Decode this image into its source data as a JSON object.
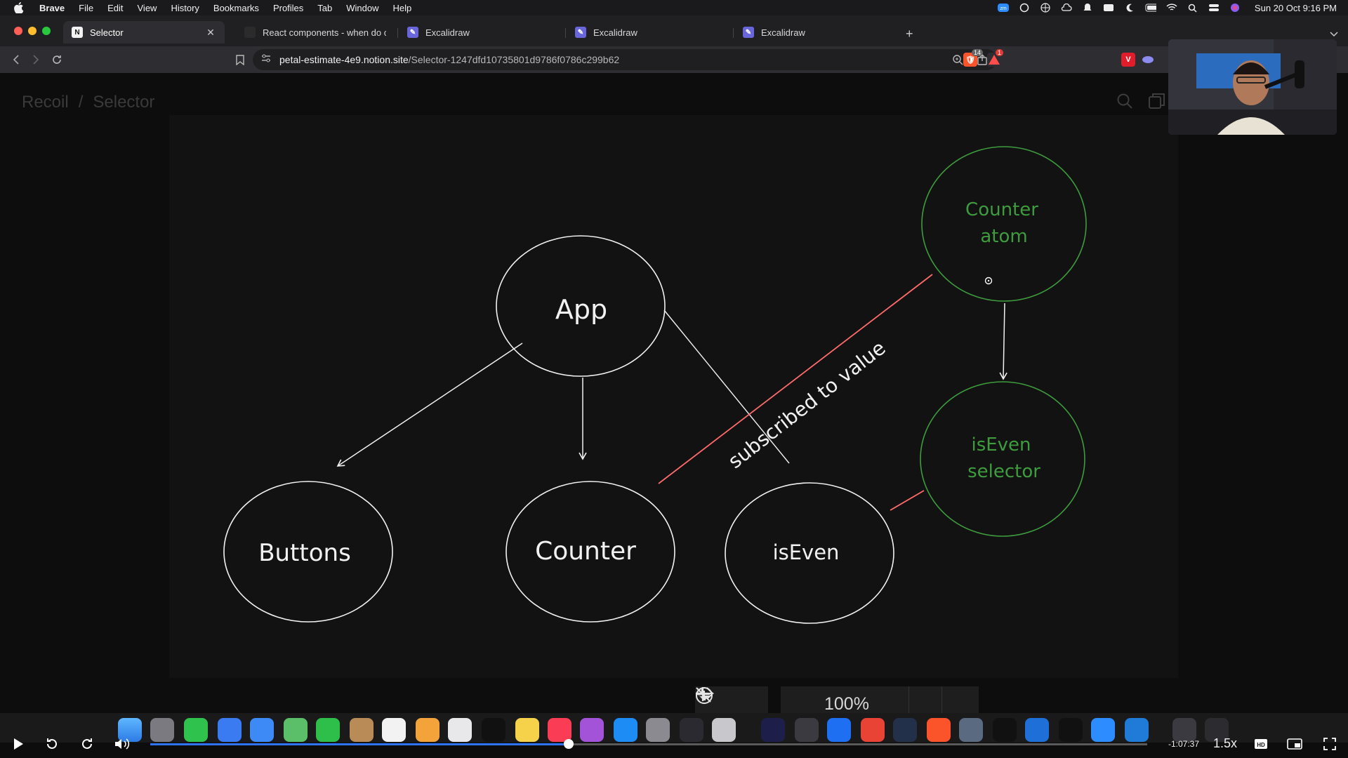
{
  "menubar": {
    "app": "Brave",
    "items": [
      "File",
      "Edit",
      "View",
      "History",
      "Bookmarks",
      "Profiles",
      "Tab",
      "Window",
      "Help"
    ],
    "clock": "Sun 20 Oct  9:16 PM"
  },
  "tabs": [
    {
      "label": "Selector",
      "active": true
    },
    {
      "label": "React components - when do chil",
      "active": false
    },
    {
      "label": "Excalidraw",
      "active": false
    },
    {
      "label": "Excalidraw",
      "active": false
    },
    {
      "label": "Excalidraw",
      "active": false
    }
  ],
  "address": {
    "host": "petal-estimate-4e9.notion.site",
    "path": "/Selector-1247dfd10735801d9786f0786c299b62"
  },
  "extensions": {
    "shield_badge": "14",
    "rewards_badge": "1"
  },
  "breadcrumb": {
    "parent": "Recoil",
    "separator": "/",
    "current": "Selector"
  },
  "diagram": {
    "nodes": {
      "app": "App",
      "buttons": "Buttons",
      "counter": "Counter",
      "iseven": "isEven",
      "counter_atom_1": "Counter",
      "counter_atom_2": "atom",
      "iseven_selector_1": "isEven",
      "iseven_selector_2": "selector"
    },
    "edge_label": "subscribed to value",
    "colors": {
      "node": "#f2f2f2",
      "state": "#3e9c3e",
      "subscription": "#ff6b6b"
    }
  },
  "viewer": {
    "zoom": "100%"
  },
  "player": {
    "time_remaining": "-1:07:37",
    "speed": "1.5x",
    "progress": 0.42
  }
}
